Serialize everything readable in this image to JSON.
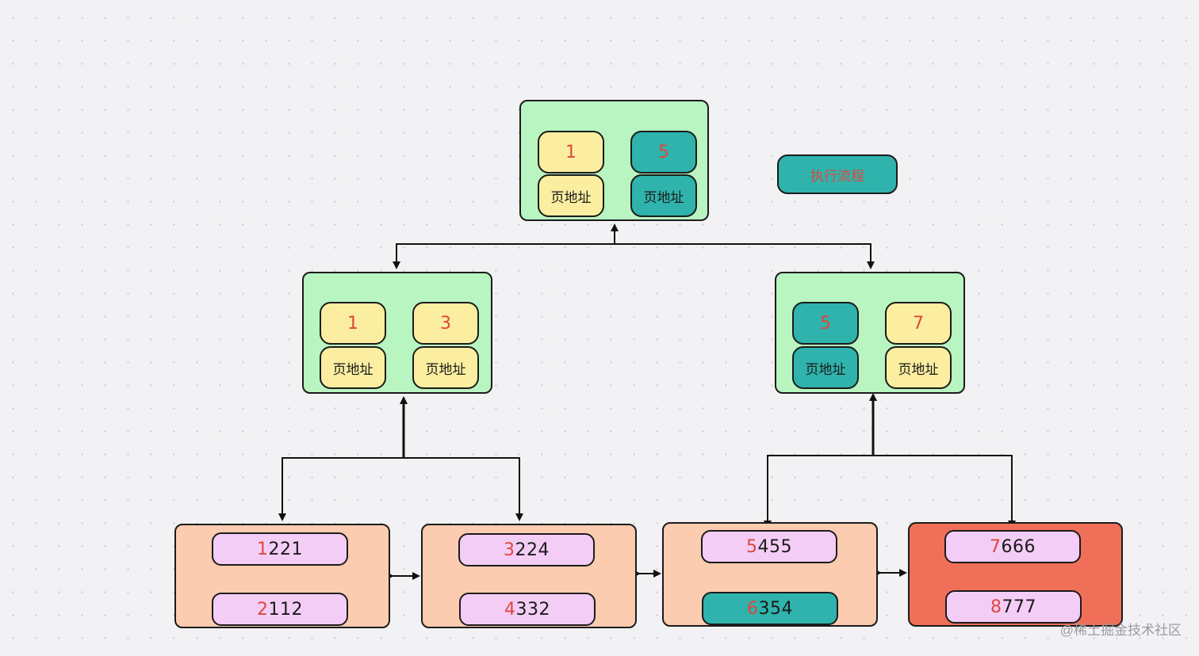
{
  "legend_label": "执行流程",
  "root": {
    "cells": [
      {
        "key": "1",
        "ptr": "页地址",
        "fill": "yellow"
      },
      {
        "key": "5",
        "ptr": "页地址",
        "fill": "teal"
      }
    ]
  },
  "left_index": {
    "cells": [
      {
        "key": "1",
        "ptr": "页地址",
        "fill": "yellow"
      },
      {
        "key": "3",
        "ptr": "页地址",
        "fill": "yellow"
      }
    ]
  },
  "right_index": {
    "cells": [
      {
        "key": "5",
        "ptr": "页地址",
        "fill": "teal"
      },
      {
        "key": "7",
        "ptr": "页地址",
        "fill": "yellow"
      }
    ]
  },
  "leaves": [
    {
      "fill": "peach",
      "records": [
        {
          "lead": "1",
          "rest": "221"
        },
        {
          "lead": "2",
          "rest": "112"
        }
      ]
    },
    {
      "fill": "peach",
      "records": [
        {
          "lead": "3",
          "rest": "224"
        },
        {
          "lead": "4",
          "rest": "332"
        }
      ]
    },
    {
      "fill": "peach",
      "records": [
        {
          "lead": "5",
          "rest": "455"
        },
        {
          "lead": "6",
          "rest": "354",
          "highlight": true
        }
      ]
    },
    {
      "fill": "red",
      "records": [
        {
          "lead": "7",
          "rest": "666"
        },
        {
          "lead": "8",
          "rest": "777"
        }
      ]
    }
  ],
  "watermark": "@稀土掘金技术社区",
  "colors": {
    "node_green": "#b8f5c0",
    "leaf_peach": "#fcccb0",
    "leaf_red": "#f06f58",
    "key_yellow": "#fbeea0",
    "key_teal": "#2fb3ac",
    "record_pink": "#f4cdf6",
    "key_text": "#e0463c"
  }
}
